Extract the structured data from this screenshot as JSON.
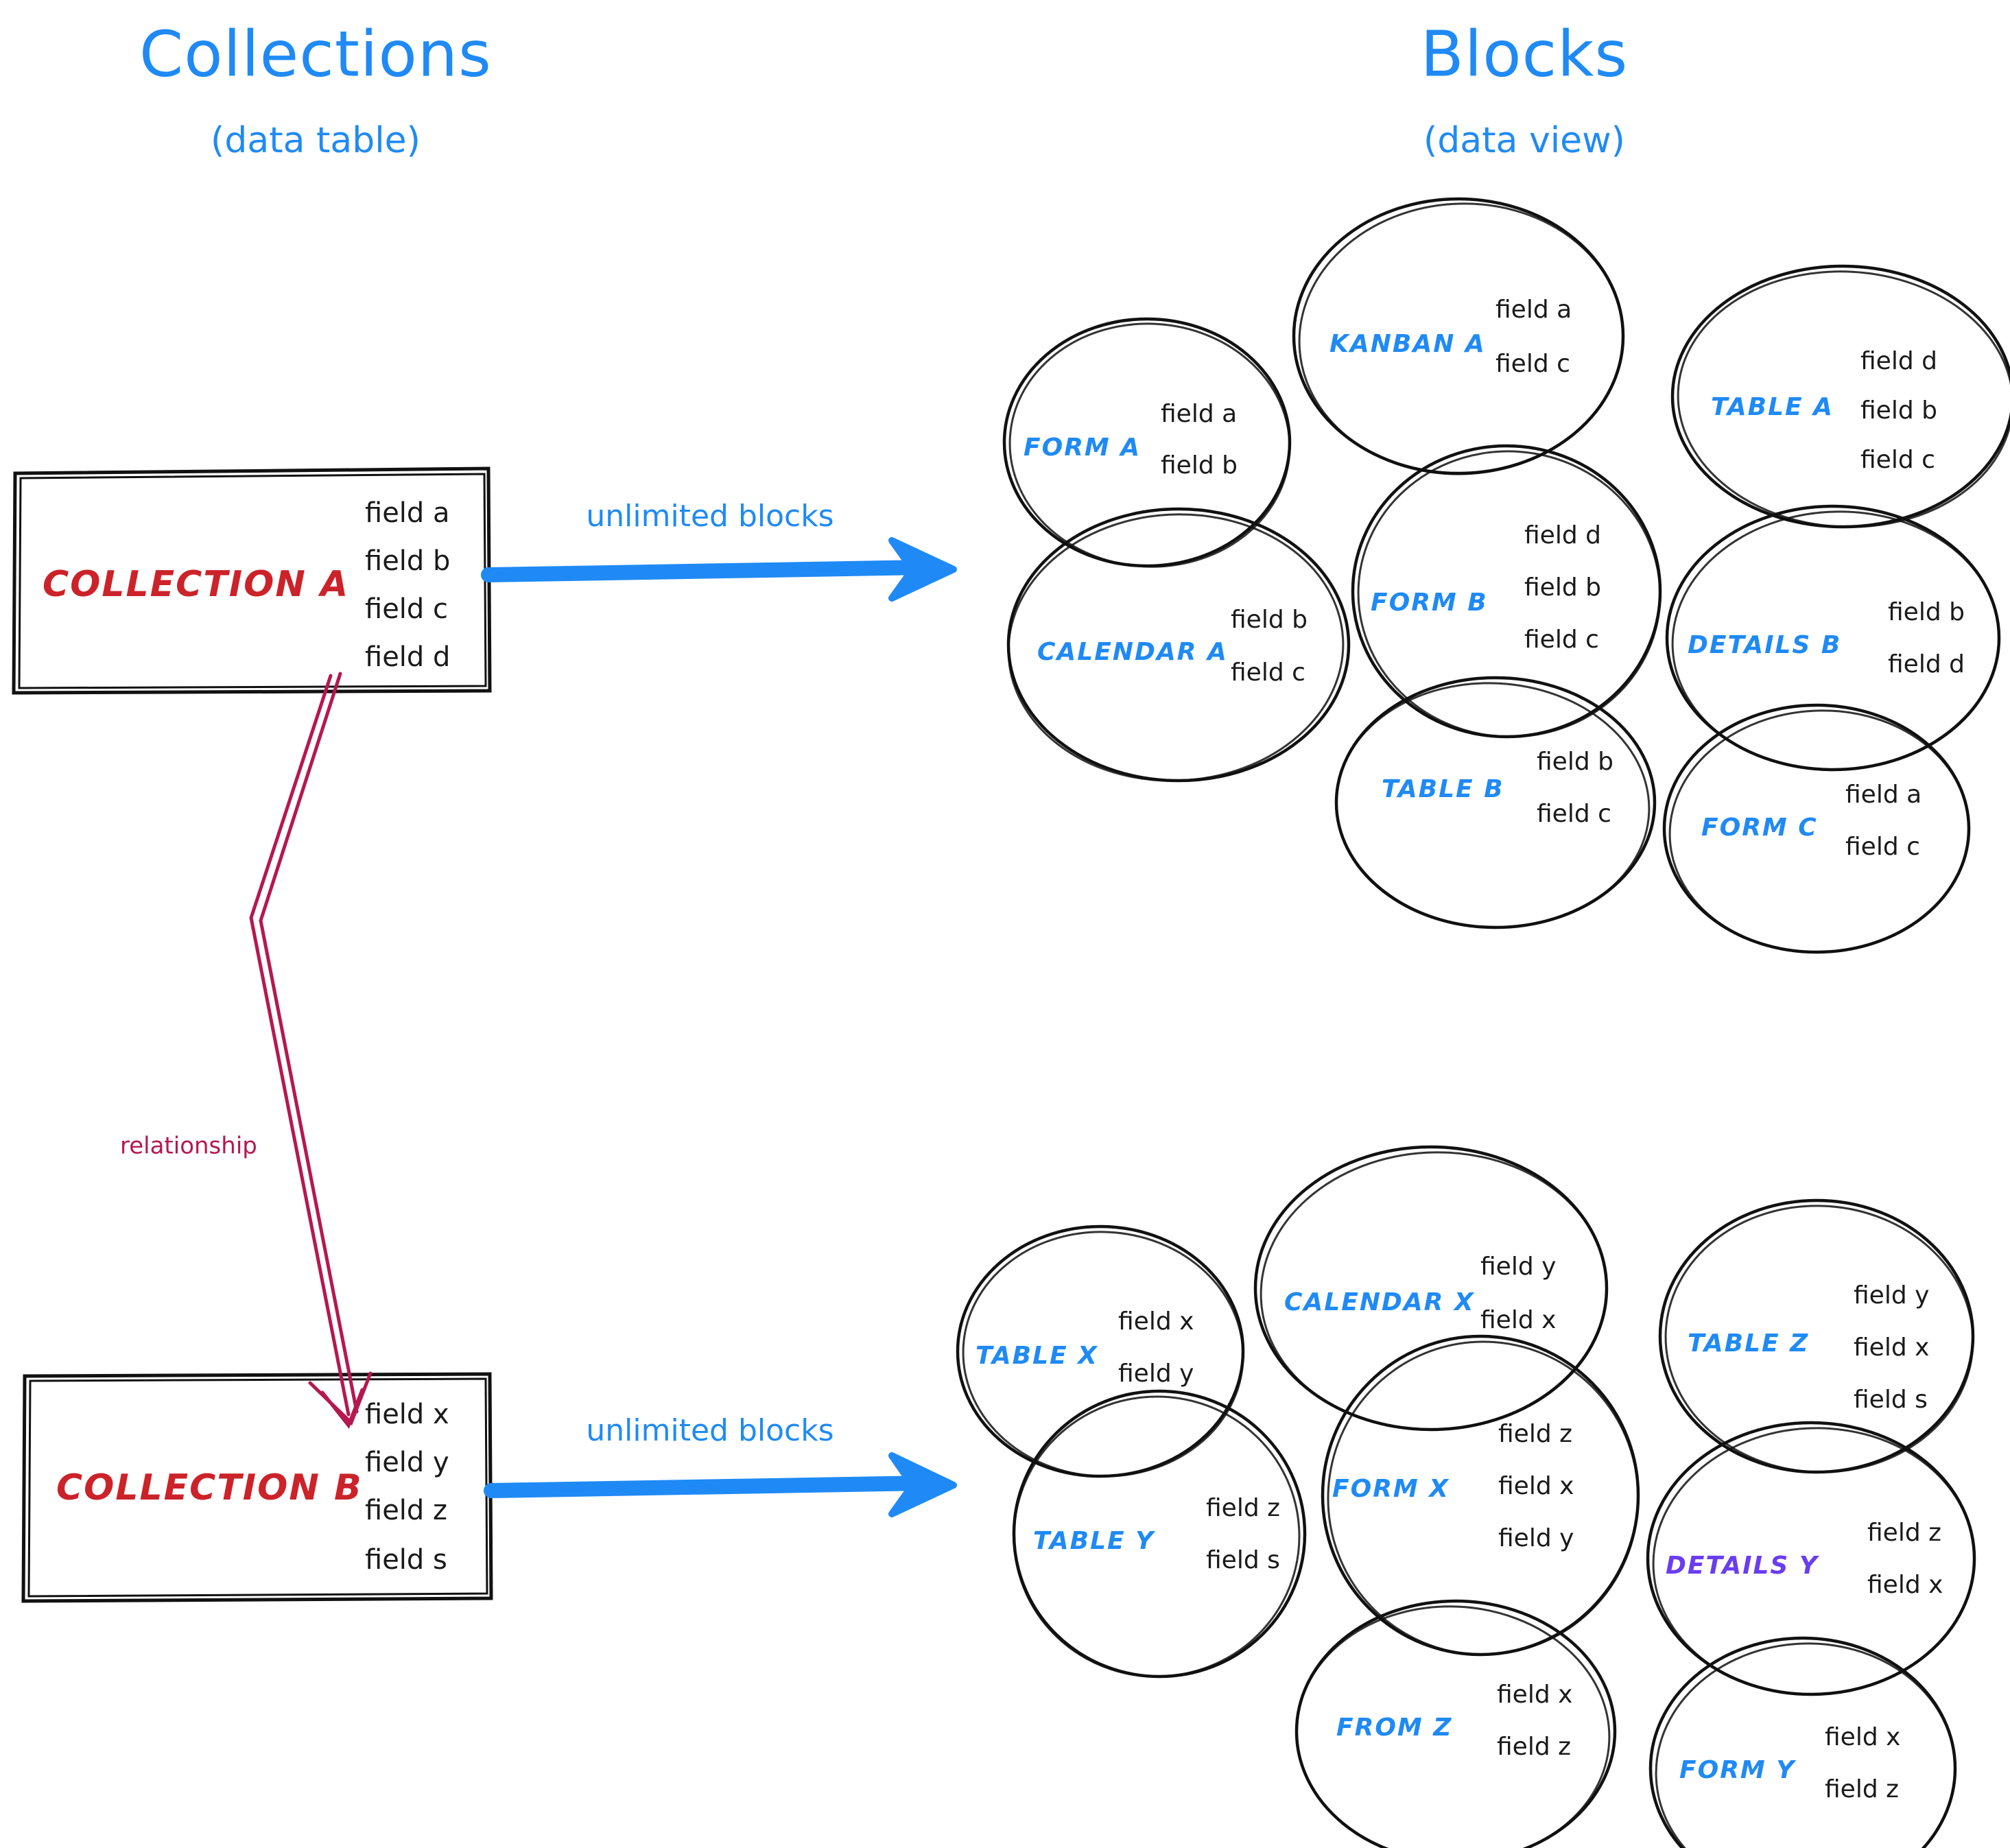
{
  "colors": {
    "blue": "#1f8af5",
    "red": "#cc2229",
    "crimson": "#b5184f",
    "violet": "#6a3df0",
    "ink": "#1a1a1a",
    "background": "#ffffff"
  },
  "headers": {
    "left": {
      "title": "Collections",
      "subtitle": "(data table)"
    },
    "right": {
      "title": "Blocks",
      "subtitle": "(data view)"
    }
  },
  "collections": [
    {
      "name": "COLLECTION A",
      "fields": [
        "field a",
        "field b",
        "field c",
        "field d"
      ],
      "arrow_label": "unlimited blocks"
    },
    {
      "name": "COLLECTION B",
      "fields": [
        "field x",
        "field y",
        "field z",
        "field s"
      ],
      "arrow_label": "unlimited blocks"
    }
  ],
  "relationship": {
    "label": "relationship"
  },
  "block_groups": [
    {
      "for_collection": "COLLECTION A",
      "blocks": [
        {
          "name": "FORM A",
          "fields": [
            "field a",
            "field b"
          ],
          "name_color": "blue"
        },
        {
          "name": "KANBAN A",
          "fields": [
            "field a",
            "field c"
          ],
          "name_color": "blue"
        },
        {
          "name": "TABLE A",
          "fields": [
            "field d",
            "field b",
            "field c"
          ],
          "name_color": "blue"
        },
        {
          "name": "CALENDAR A",
          "fields": [
            "field b",
            "field c"
          ],
          "name_color": "blue"
        },
        {
          "name": "FORM B",
          "fields": [
            "field d",
            "field b",
            "field c"
          ],
          "name_color": "blue"
        },
        {
          "name": "DETAILS B",
          "fields": [
            "field b",
            "field d"
          ],
          "name_color": "blue"
        },
        {
          "name": "TABLE B",
          "fields": [
            "field b",
            "field c"
          ],
          "name_color": "blue"
        },
        {
          "name": "FORM C",
          "fields": [
            "field a",
            "field c"
          ],
          "name_color": "blue"
        }
      ]
    },
    {
      "for_collection": "COLLECTION B",
      "blocks": [
        {
          "name": "TABLE X",
          "fields": [
            "field x",
            "field y"
          ],
          "name_color": "blue"
        },
        {
          "name": "CALENDAR X",
          "fields": [
            "field y",
            "field x"
          ],
          "name_color": "blue"
        },
        {
          "name": "TABLE Z",
          "fields": [
            "field y",
            "field x",
            "field s"
          ],
          "name_color": "blue"
        },
        {
          "name": "TABLE Y",
          "fields": [
            "field z",
            "field s"
          ],
          "name_color": "blue"
        },
        {
          "name": "FORM X",
          "fields": [
            "field z",
            "field x",
            "field y"
          ],
          "name_color": "blue"
        },
        {
          "name": "DETAILS Y",
          "fields": [
            "field z",
            "field x"
          ],
          "name_color": "violet"
        },
        {
          "name": "FROM Z",
          "fields": [
            "field x",
            "field z"
          ],
          "name_color": "blue"
        },
        {
          "name": "FORM Y",
          "fields": [
            "field x",
            "field z"
          ],
          "name_color": "blue"
        }
      ]
    }
  ]
}
